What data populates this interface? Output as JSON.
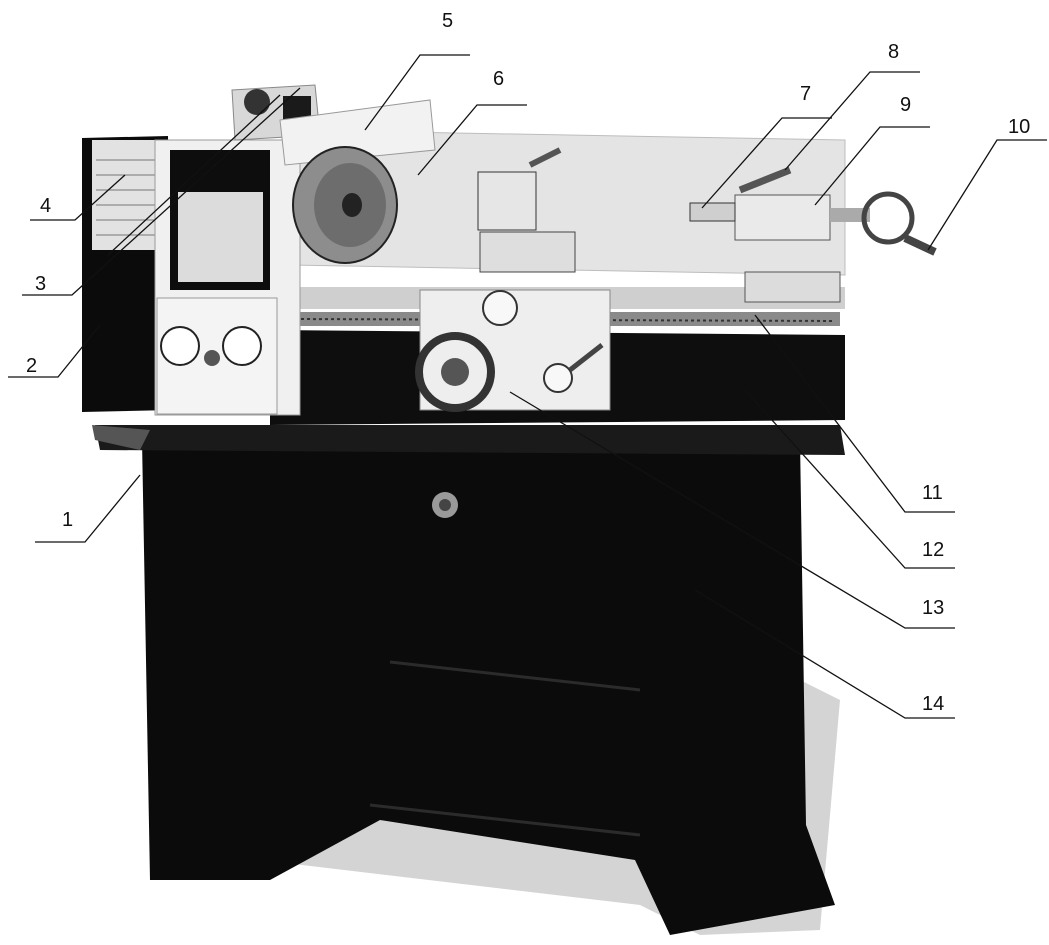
{
  "figure": {
    "colors": {
      "machine_dark": "#0b0b0b",
      "machine_light": "#ececec",
      "line": "#111111",
      "background": "#ffffff"
    },
    "callouts": [
      "1",
      "2",
      "3",
      "4",
      "5",
      "6",
      "7",
      "8",
      "9",
      "10",
      "11",
      "12",
      "13",
      "14"
    ]
  }
}
